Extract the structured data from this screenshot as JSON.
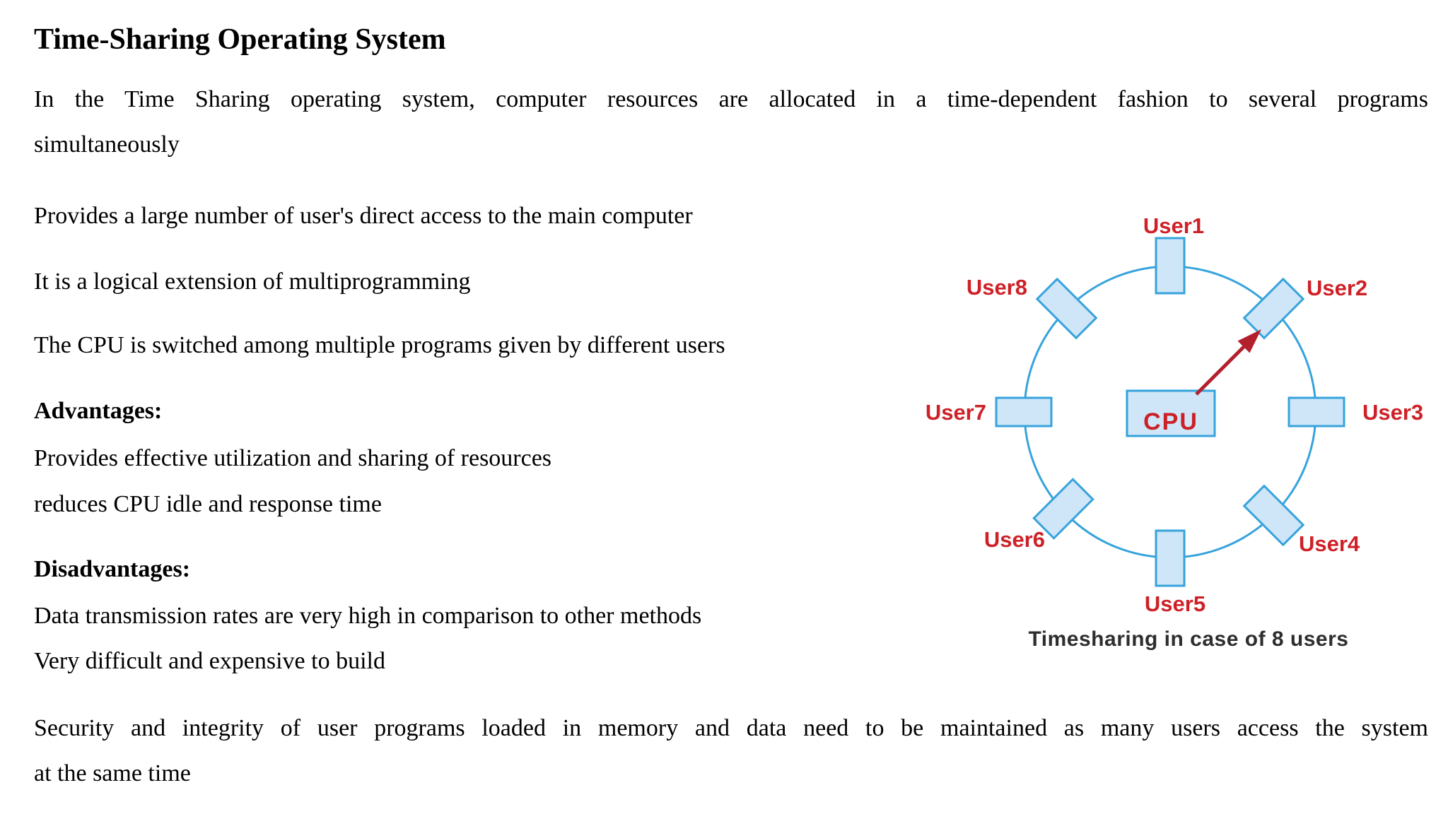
{
  "document": {
    "title": "Time-Sharing Operating System",
    "intro_line1": "In the Time Sharing operating system, computer resources are allocated in a time-dependent fashion to several programs",
    "intro_line2": "simultaneously",
    "point_direct_access": "Provides a large number of user's direct access to the main computer",
    "point_logical_extension": "It is a logical extension of multiprogramming",
    "point_cpu_switched": "The CPU is switched among multiple programs given by different users",
    "advantages_heading": "Advantages:",
    "advantage_utilization": "Provides effective utilization and sharing of resources",
    "advantage_idle": "reduces CPU idle and response time",
    "disadvantages_heading": "Disadvantages:",
    "disadvantage_transmission": "Data transmission rates are very high in comparison to other methods",
    "disadvantage_expensive": "Very difficult and expensive to build",
    "security_line1": "Security and integrity of user programs loaded in memory and data need to be maintained as many users access the system",
    "security_line2": "at the same time"
  },
  "diagram": {
    "users": [
      "User1",
      "User2",
      "User3",
      "User4",
      "User5",
      "User6",
      "User7",
      "User8"
    ],
    "cpu_label": "CPU",
    "caption": "Timesharing in case of 8 users",
    "colors": {
      "node_fill": "#CFE5F8",
      "node_stroke": "#36A3DC",
      "label_red": "#CE2127",
      "cpu_red": "#CB2026",
      "arrow_red": "#B3202C",
      "caption_color": "#2E2E2E"
    }
  }
}
